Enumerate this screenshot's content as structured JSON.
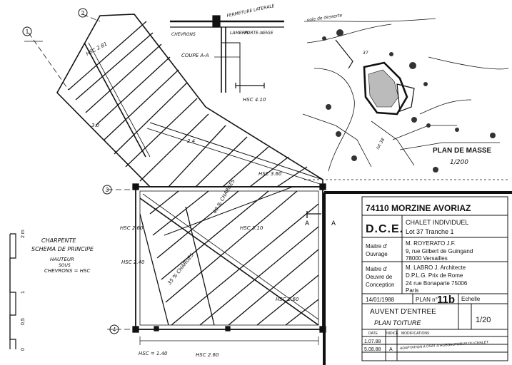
{
  "drawing": {
    "grid_labels": [
      "1",
      "2",
      "3",
      "4"
    ],
    "drawing_title": "CHARPENTE",
    "drawing_subtitle": "SCHEMA DE PRINCIPE",
    "height_note_1": "HAUTEUR",
    "height_note_2": "SOUS",
    "height_note_3": "CHEVRONS = HSC",
    "hsc_labels": [
      "HSC 2.81",
      "HSC 3.60",
      "HSC 3.10",
      "HSC 2.60",
      "HSC 2.40",
      "HSC 2.60",
      "HSC = 1.40",
      "HSC 2.60",
      "HSC 4.10"
    ],
    "slope_labels": [
      "40 % CHARGES",
      "35 % CHARGES"
    ],
    "cut_marker": "A",
    "misc_labels": [
      "3.0",
      "2.4"
    ],
    "section_title": "COUPE A-A",
    "section_labels": [
      "CHEVRONS",
      "FERMETURE LATERALE",
      "LAMBRIS",
      "PORTE-NEIGE"
    ],
    "scale_labels": [
      "0",
      "0,5",
      "1",
      "2 m"
    ],
    "site_plan_title": "PLAN DE MASSE",
    "site_plan_scale": "1/200",
    "site_labels": [
      "voie de desserte",
      "37",
      "lot 38"
    ]
  },
  "cartouche": {
    "place": "74110  MORZINE  AVORIAZ",
    "phase": "D.C.E.",
    "project_line1": "CHALET INDIVIDUEL",
    "project_line2": "Lot 37     Tranche 1",
    "owner_label_1": "Maitre d'",
    "owner_label_2": "Ouvrage",
    "owner_name": "M. ROYERATO J.F.",
    "owner_addr_1": "9, rue Gilbert de Guingand",
    "owner_addr_2": "78000 Versailles",
    "architect_label_1": "Maitre d'",
    "architect_label_2": "Oeuvre de",
    "architect_label_3": "Conception",
    "architect_name": "M. LABRO J. Architecte",
    "architect_title": "D.P.L.G. Prix de Rome",
    "architect_addr_1": "24 rue Bonaparte 75006",
    "architect_addr_2": "Paris",
    "date": "14/01/1988",
    "plan_label": "PLAN n°",
    "plan_number": "11b",
    "scale_label": "Echelle",
    "scale_value": "1/20",
    "sheet_title_1": "AUVENT D'ENTREE",
    "sheet_title_2": "PLAN  TOITURE",
    "rev_headers": [
      "DATE",
      "INDICE",
      "MODIFICATIONS"
    ],
    "rev_rows": [
      {
        "date": "1.07.88",
        "index": "",
        "text": ""
      },
      {
        "date": "5.08.88",
        "index": "A",
        "text": "ADAPTATION A CHAT D'HOBSAUTORUS DU CHALET"
      }
    ]
  }
}
